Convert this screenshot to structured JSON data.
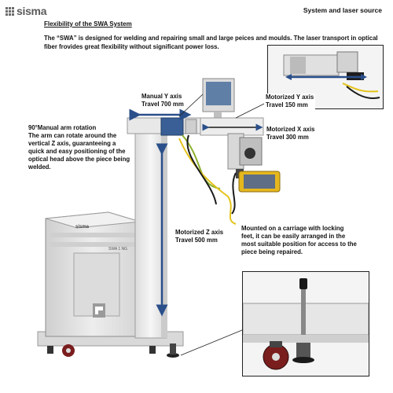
{
  "header": {
    "brand": "sisma",
    "section": "System and laser source"
  },
  "title": "Flexibility of the SWA System",
  "intro": "The “SWA” is designed for welding and repairing small and large peices and moulds. The laser transport in optical fiber frovides great flexibility without significant power loss.",
  "labels": {
    "manual_y_line1": "Manual Y axis",
    "manual_y_line2": "Travel 700 mm",
    "motor_y_line1": "Motorized Y axis",
    "motor_y_line2": "Travel 150 mm",
    "motor_x_line1": "Motorized X axis",
    "motor_x_line2": "Travel 300 mm",
    "motor_z_line1": "Motorized Z axis",
    "motor_z_line2": "Travel 500 mm",
    "arm_heading": "90°Manual arm rotation",
    "arm_body": "The arm can rotate around the vertical Z axis, guaranteeing a quick and easy positioning of the optical head above the piece being welded.",
    "carriage_text": "Mounted on a carriage with locking feet, it can be easily arranged in the most suitable position for access to the piece being repaired."
  },
  "cabinet": {
    "brand": "sisma",
    "model": "SWA 1 NG"
  },
  "colors": {
    "axis_arrow": "#2a4f8a",
    "cabinet": "#e4e4e4",
    "column": "#eeeeee",
    "motor_blue": "#3a5f97",
    "cable_green": "#8db02c",
    "cable_yellow": "#e4c21a",
    "cable_black": "#1a1a1a"
  }
}
